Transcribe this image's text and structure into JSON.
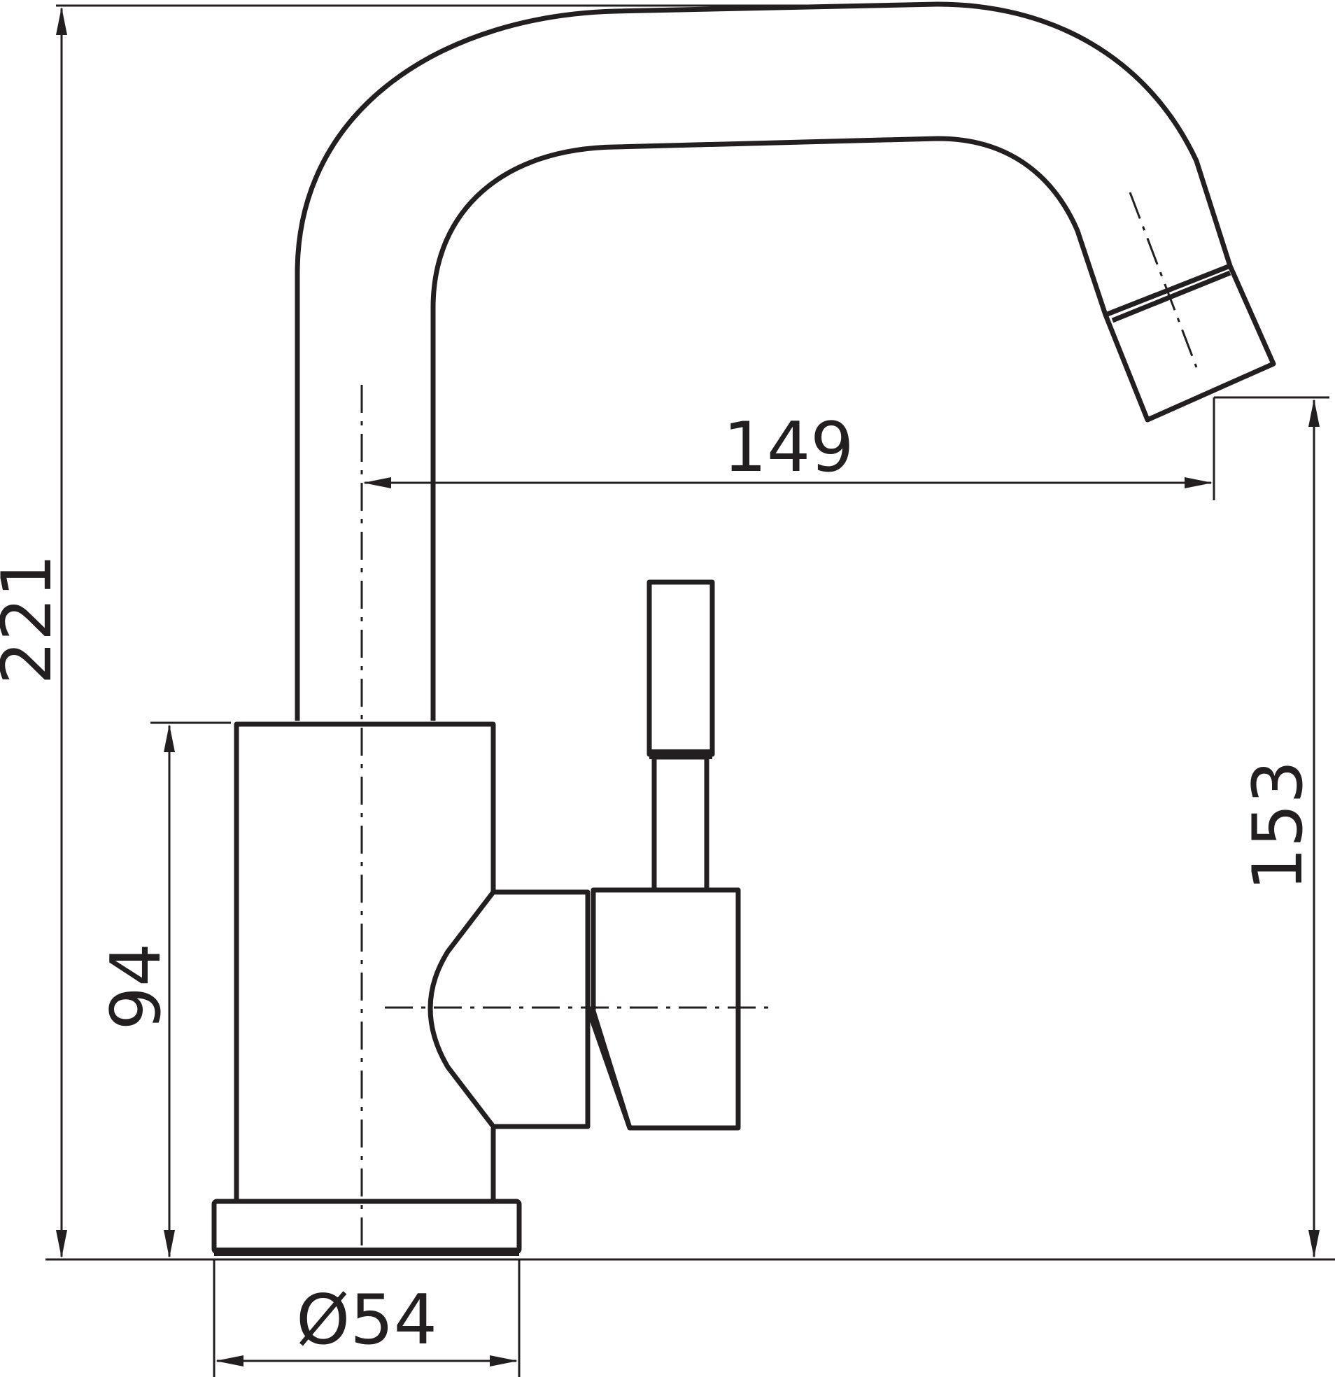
{
  "colors": {
    "line": "#231f20",
    "background": "#ffffff"
  },
  "dimensions": {
    "total_height": "221",
    "body_height": "94",
    "spout_height": "153",
    "spout_reach": "149",
    "base_diameter": "Ø54"
  }
}
